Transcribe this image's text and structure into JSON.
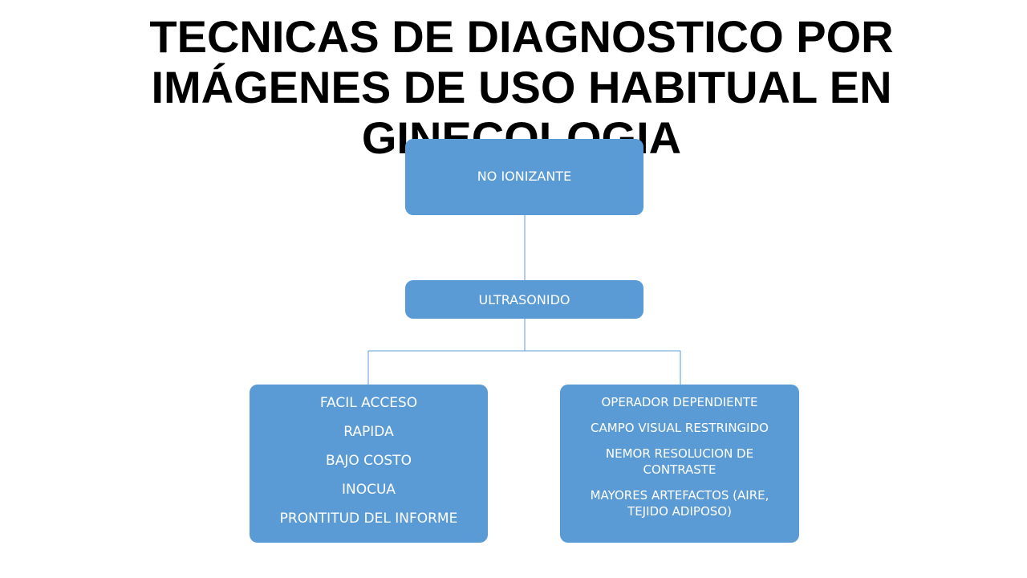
{
  "title": {
    "lines": [
      "TECNICAS DE DIAGNOSTICO POR",
      "IMÁGENES DE USO HABITUAL EN",
      "GINECOLOGIA"
    ]
  },
  "diagram": {
    "root": {
      "label": "NO IONIZANTE"
    },
    "middle": {
      "label": "ULTRASONIDO"
    },
    "advantages": {
      "items": [
        "FACIL ACCESO",
        "RAPIDA",
        "BAJO COSTO",
        "INOCUA",
        "PRONTITUD DEL INFORME"
      ]
    },
    "disadvantages": {
      "items": [
        "OPERADOR DEPENDIENTE",
        "CAMPO VISUAL RESTRINGIDO",
        "NEMOR RESOLUCION DE CONTRASTE",
        "MAYORES ARTEFACTOS (AIRE, TEJIDO ADIPOSO)"
      ]
    }
  },
  "colors": {
    "node_fill": "#5b9bd5",
    "connector": "#5b9bd5",
    "node_text": "#ffffff",
    "title_text": "#000000"
  }
}
